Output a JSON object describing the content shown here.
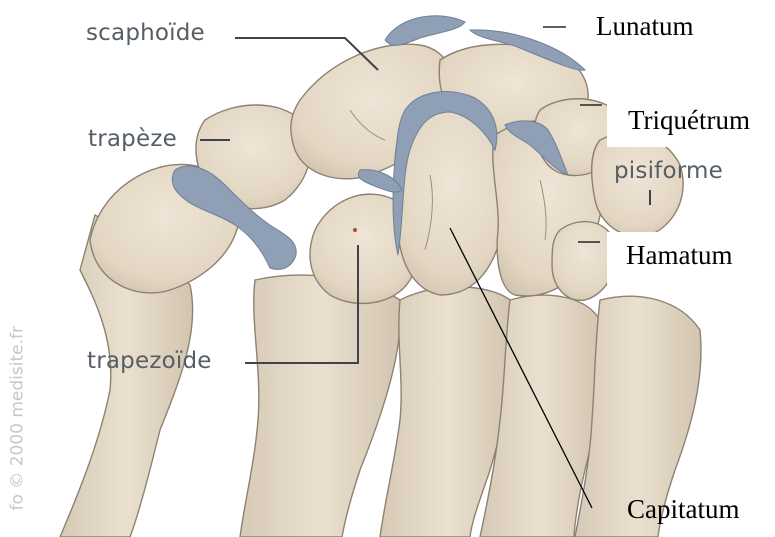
{
  "labels": {
    "scaphoide": "scaphoïde",
    "trapeze": "trapèze",
    "trapezoide": "trapezoïde",
    "pisiforme": "pisiforme",
    "lunatum": "Lunatum",
    "triquetrum": "Triquétrum",
    "hamatum": "Hamatum",
    "capitatum": "Capitatum"
  },
  "watermark": "fo © 2000 medisite.fr",
  "colors": {
    "bone": "#e8dccb",
    "bone_shadow": "#cdbfac",
    "bone_outline": "#8d8272",
    "cartilage": "#8fa0b6",
    "label_gray": "#555e66",
    "leader_black": "#000000"
  }
}
